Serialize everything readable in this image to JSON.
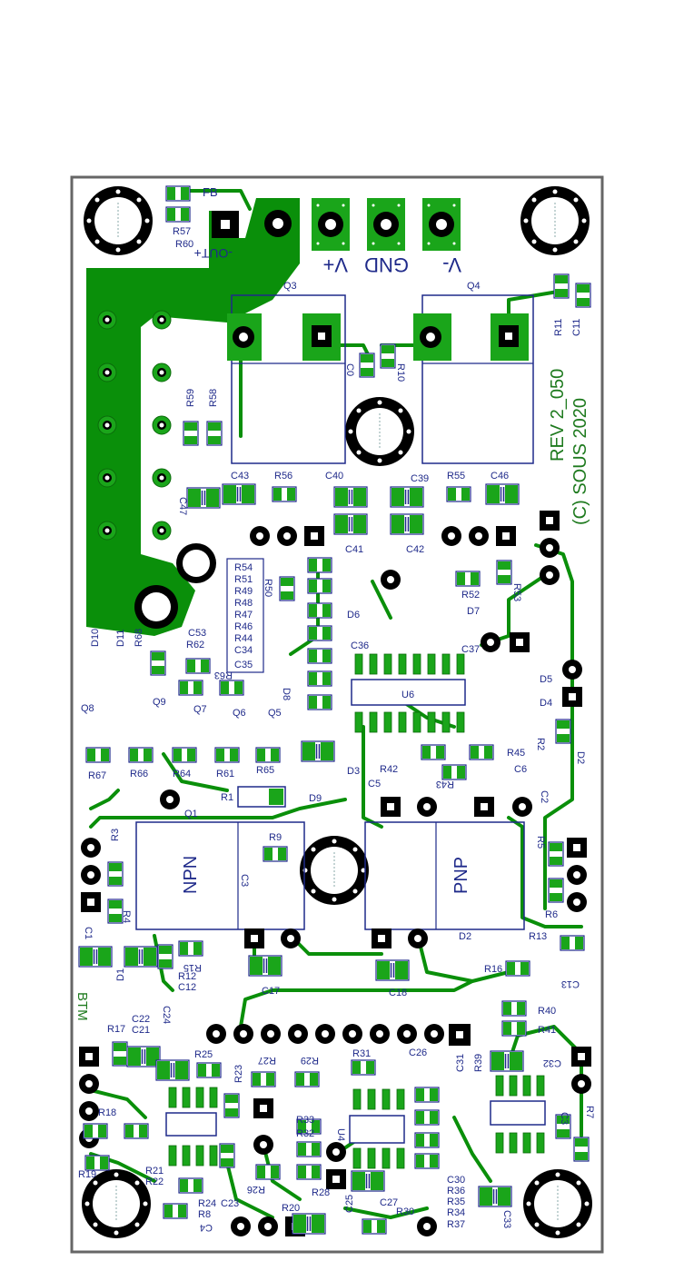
{
  "board": {
    "rev_text": "REV 2_050",
    "copyright_text": "(C) SOUS 2020",
    "side_label": "BTM",
    "fb_label": "FB",
    "out_label": "-OUT+",
    "vplus_label": "V+",
    "gnd_label": "GND",
    "vminus_label": "V-",
    "npn_label": "NPN",
    "pnp_label": "PNP",
    "colors": {
      "copper": "#0a8f0a",
      "pad": "#1aa51a",
      "silk": "#1f2a8a",
      "outline": "#666666",
      "text_green": "#1e7a1e",
      "text_blue": "#1f2a8a"
    }
  },
  "designators": {
    "R57": "R57",
    "R60": "R60",
    "Q3": "Q3",
    "Q4": "Q4",
    "C0": "C0",
    "R10": "R10",
    "R11": "R11",
    "C11": "C11",
    "R59": "R59",
    "R58": "R58",
    "C47": "C47",
    "C43": "C43",
    "R56": "R56",
    "C40": "C40",
    "C39": "C39",
    "R55": "R55",
    "C46": "C46",
    "C41": "C41",
    "C42": "C42",
    "R54": "R54",
    "R51": "R51",
    "R49": "R49",
    "R48": "R48",
    "R47": "R47",
    "R46": "R46",
    "R44": "R44",
    "C34": "C34",
    "C35": "C35",
    "R50": "R50",
    "R52": "R52",
    "R53": "R53",
    "D6": "D6",
    "D7": "D7",
    "C36": "C36",
    "C37": "C37",
    "U6": "U6",
    "D5": "D5",
    "D4": "D4",
    "D10": "D10",
    "D11": "D11",
    "R68": "R68",
    "C53": "C53",
    "R62": "R62",
    "R63": "R63",
    "Q8": "Q8",
    "Q9": "Q9",
    "Q7": "Q7",
    "Q6": "Q6",
    "Q5": "Q5",
    "D8": "D8",
    "R67": "R67",
    "R66": "R66",
    "R64": "R64",
    "R61": "R61",
    "R65": "R65",
    "D3": "D3",
    "R42": "R42",
    "R43": "R43",
    "R45": "R45",
    "C5": "C5",
    "C6": "C6",
    "R1": "R1",
    "D9": "D9",
    "R2": "R2",
    "D2_top": "D2",
    "C2": "C2",
    "Q1": "Q1",
    "R3": "R3",
    "R9": "R9",
    "C3": "C3",
    "R5": "R5",
    "R6": "R6",
    "R4": "R4",
    "C1": "C1",
    "D1": "D1",
    "R15": "R15",
    "C12": "C12",
    "R12": "R12",
    "C17": "C17",
    "C18": "C18",
    "D2": "D2",
    "R13": "R13",
    "R16": "R16",
    "C13": "C13",
    "C22": "C22",
    "C24": "C24",
    "C21": "C21",
    "R40": "R40",
    "R41": "R41",
    "R17": "R17",
    "R25": "R25",
    "C26": "C26",
    "R27": "R27",
    "R29": "R29",
    "R31": "R31",
    "C31": "C31",
    "R39": "R39",
    "C32": "C32",
    "R23": "R23",
    "R33": "R33",
    "R18": "R18",
    "R32": "R32",
    "U4": "U4",
    "R7": "R7",
    "C3b": "C3",
    "R19": "R19",
    "R21": "R21",
    "R22": "R22",
    "R24": "R24",
    "R8": "R8",
    "C23": "C23",
    "R26": "R26",
    "R28": "R28",
    "C30": "C30",
    "R36": "R36",
    "R35": "R35",
    "R34": "R34",
    "R37": "R37",
    "C33": "C33",
    "C4": "C4",
    "R20": "R20",
    "C25": "C25",
    "C27": "C27",
    "R30": "R30"
  }
}
